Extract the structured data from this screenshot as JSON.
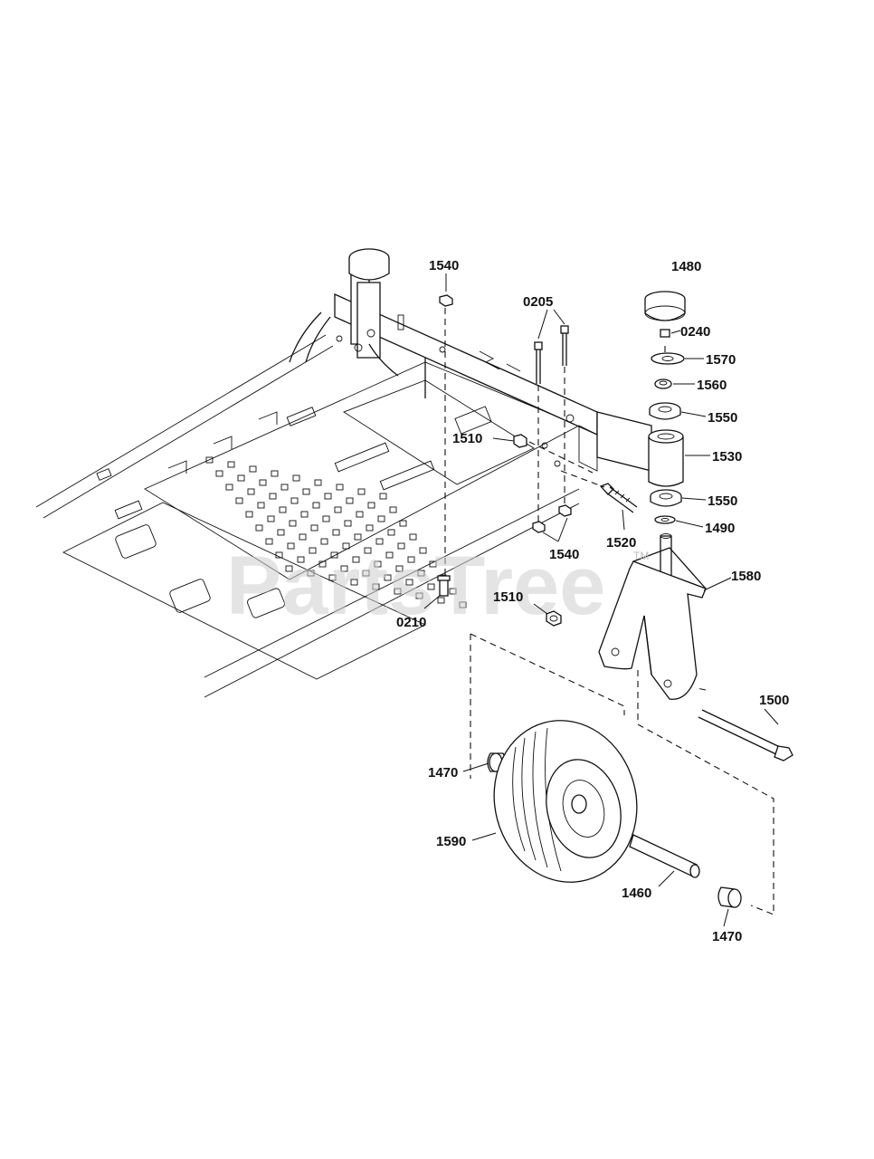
{
  "watermark": {
    "text": "PartsTree",
    "mark": "TM"
  },
  "labels": [
    {
      "id": "l1540a",
      "text": "1540"
    },
    {
      "id": "l0205",
      "text": "0205"
    },
    {
      "id": "l1480",
      "text": "1480"
    },
    {
      "id": "l0240",
      "text": "0240"
    },
    {
      "id": "l1570",
      "text": "1570"
    },
    {
      "id": "l1560",
      "text": "1560"
    },
    {
      "id": "l1550a",
      "text": "1550"
    },
    {
      "id": "l1510a",
      "text": "1510"
    },
    {
      "id": "l1530",
      "text": "1530"
    },
    {
      "id": "l1550b",
      "text": "1550"
    },
    {
      "id": "l1490",
      "text": "1490"
    },
    {
      "id": "l1520",
      "text": "1520"
    },
    {
      "id": "l1540b",
      "text": "1540"
    },
    {
      "id": "l1580",
      "text": "1580"
    },
    {
      "id": "l1510b",
      "text": "1510"
    },
    {
      "id": "l0210",
      "text": "0210"
    },
    {
      "id": "l1500",
      "text": "1500"
    },
    {
      "id": "l1470a",
      "text": "1470"
    },
    {
      "id": "l1590",
      "text": "1590"
    },
    {
      "id": "l1460",
      "text": "1460"
    },
    {
      "id": "l1470b",
      "text": "1470"
    }
  ]
}
